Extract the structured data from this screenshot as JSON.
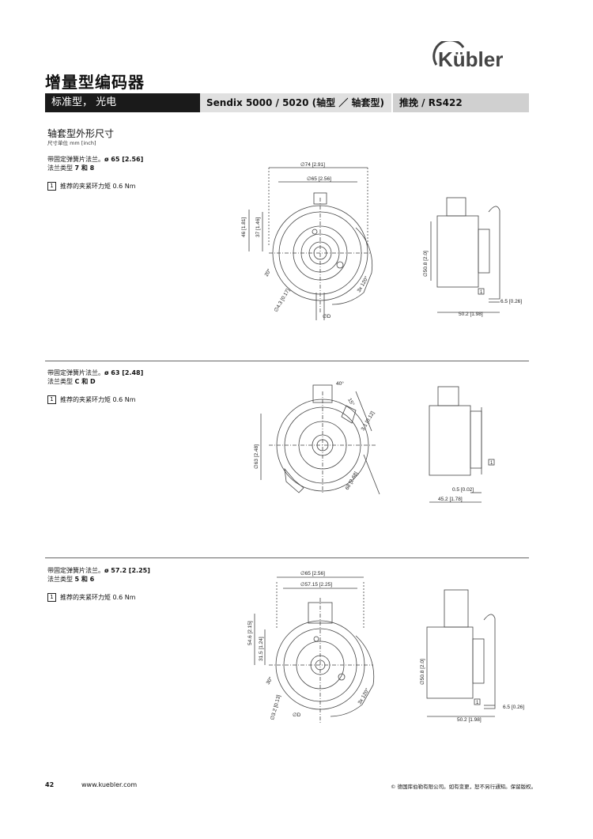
{
  "brand": {
    "logo_text": "Kübler"
  },
  "page_title": "增量型编码器",
  "header_bar": {
    "left": "标准型， 光电",
    "mid": "Sendix 5000 / 5020 (轴型 ／ 轴套型)",
    "right": "推挽 / RS422"
  },
  "section": {
    "title": "轴套型外形尺寸",
    "unit": "尺寸单位 mm [inch]"
  },
  "drawings": [
    {
      "caption_line1": "带固定弹簧片法兰。",
      "caption_dim": "ø 65 [2.56]",
      "caption_line2_prefix": "法兰类型 ",
      "caption_types": "7 和 8",
      "note": "推荐的夹紧环力矩 0.6 Nm",
      "note_num": "1",
      "front_dims": [
        "∅74 [2.91]",
        "∅65 [2.56]",
        "46 [1.81]",
        "37 [1.46]",
        "20°",
        "∅4.3 [0.17]",
        "∅D",
        "3x 120°"
      ],
      "side_dims": [
        "∅50.8 [2.0]",
        "6.5 [0.26]",
        "50.2 [1.98]",
        "1"
      ]
    },
    {
      "caption_line1": "带固定弹簧片法兰。",
      "caption_dim": "ø 63 [2.48]",
      "caption_line2_prefix": "法兰类型 ",
      "caption_types": "C 和 D",
      "note": "推荐的夹紧环力矩 0.6 Nm",
      "note_num": "1",
      "front_dims": [
        "40°",
        "15°",
        "3.1 [0.12]",
        "∅63 [2.48]",
        "68 [2.68]"
      ],
      "side_dims": [
        "0.5 [0.02]",
        "45.2 [1.78]",
        "1"
      ]
    },
    {
      "caption_line1": "带固定弹簧片法兰。",
      "caption_dim": "ø 57.2 [2.25]",
      "caption_line2_prefix": "法兰类型 ",
      "caption_types": "5 和 6",
      "note": "推荐的夹紧环力矩 0.6 Nm",
      "note_num": "1",
      "front_dims": [
        "∅65 [2.56]",
        "∅57.15 [2.25]",
        "54.6 [2.15]",
        "31.5 [1.24]",
        "30°",
        "∅3.2 [0.13]",
        "∅D",
        "3x 120°"
      ],
      "side_dims": [
        "∅50.8 [2.0]",
        "6.5 [0.26]",
        "50.2 [1.98]",
        "1"
      ]
    }
  ],
  "footer": {
    "page_number": "42",
    "url": "www.kuebler.com",
    "copyright": "© 德国库伯勒有限公司。如有变更，恕不另行通知。保留版权。"
  }
}
